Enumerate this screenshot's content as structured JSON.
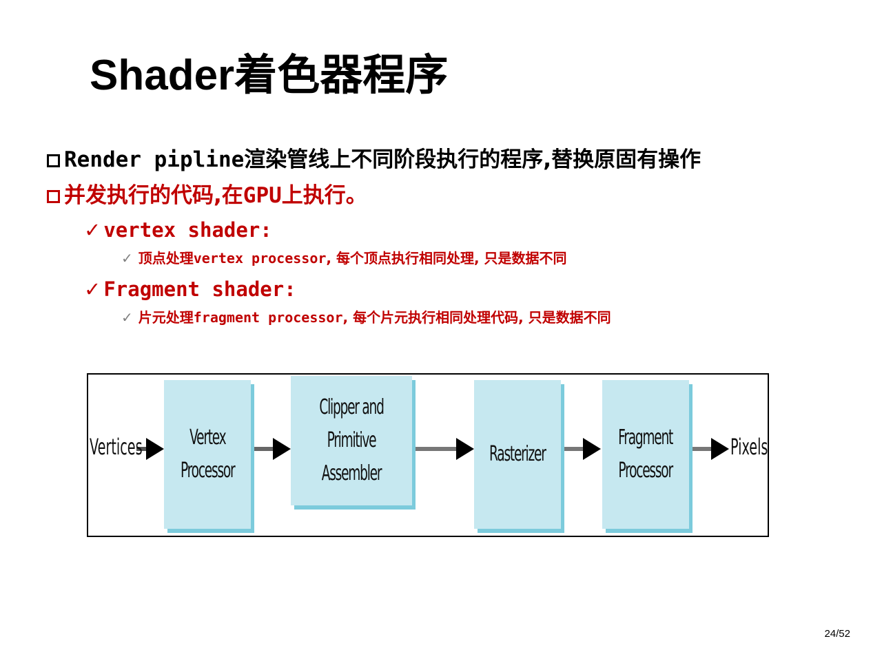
{
  "title": "Shader着色器程序",
  "bullets": {
    "b1_latin": "Render pipline",
    "b1_rest": "渲染管线上不同阶段执行的程序,替换原固有操作",
    "b2_head": "并发执行的代码,在",
    "b2_gpu": "GPU",
    "b2_tail": "上执行。",
    "b3_text": "vertex shader:",
    "b4_head": "顶点处理",
    "b4_latin": "vertex processor",
    "b4_tail": ", 每个顶点执行相同处理, 只是数据不同",
    "b5_text": "Fragment shader:",
    "b6_head": "片元处理",
    "b6_latin": "fragment processor",
    "b6_tail": ", 每个片元执行相同处理代码, 只是数据不同"
  },
  "pipeline": {
    "input_label": "Vertices",
    "stages": [
      {
        "label": "Vertex\nProcessor"
      },
      {
        "label": "Clipper and\nPrimitive Assembler"
      },
      {
        "label": "Rasterizer"
      },
      {
        "label": "Fragment\nProcessor"
      }
    ],
    "output_label": "Pixels",
    "box_color": "#c6e8f0",
    "shadow_color": "#7ccbdc"
  },
  "page_number": "24/52"
}
